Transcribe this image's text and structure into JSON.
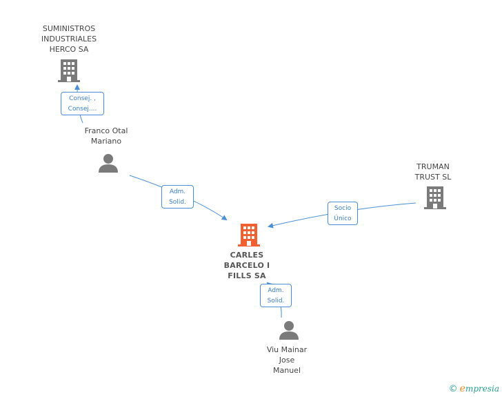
{
  "colors": {
    "company": "#7a7a7a",
    "main_company": "#f06030",
    "person": "#7a7a7a",
    "edge": "#4a8fd4",
    "edge_label_text": "#3a7fc4"
  },
  "nodes": {
    "suministros": {
      "label": "SUMINISTROS\nINDUSTRIALES\nHERCO SA",
      "icon": "building-icon"
    },
    "franco": {
      "label": "Franco Otal\nMariano",
      "icon": "person-icon"
    },
    "truman": {
      "label": "TRUMAN\nTRUST SL",
      "icon": "building-icon"
    },
    "carles": {
      "label": "CARLES\nBARCELO I\nFILLS SA",
      "icon": "building-icon"
    },
    "viu": {
      "label": "Viu Mainar\nJose\nManuel",
      "icon": "person-icon"
    }
  },
  "edges": {
    "franco_suministros": {
      "label": "Consej. ,\nConsej...."
    },
    "franco_carles": {
      "label": "Adm.\nSolid."
    },
    "truman_carles": {
      "label": "Socio\nÚnico"
    },
    "viu_carles": {
      "label": "Adm.\nSolid."
    }
  },
  "footer": {
    "copyright": "©",
    "brand_e": "e",
    "brand_rest": "mpresia"
  }
}
